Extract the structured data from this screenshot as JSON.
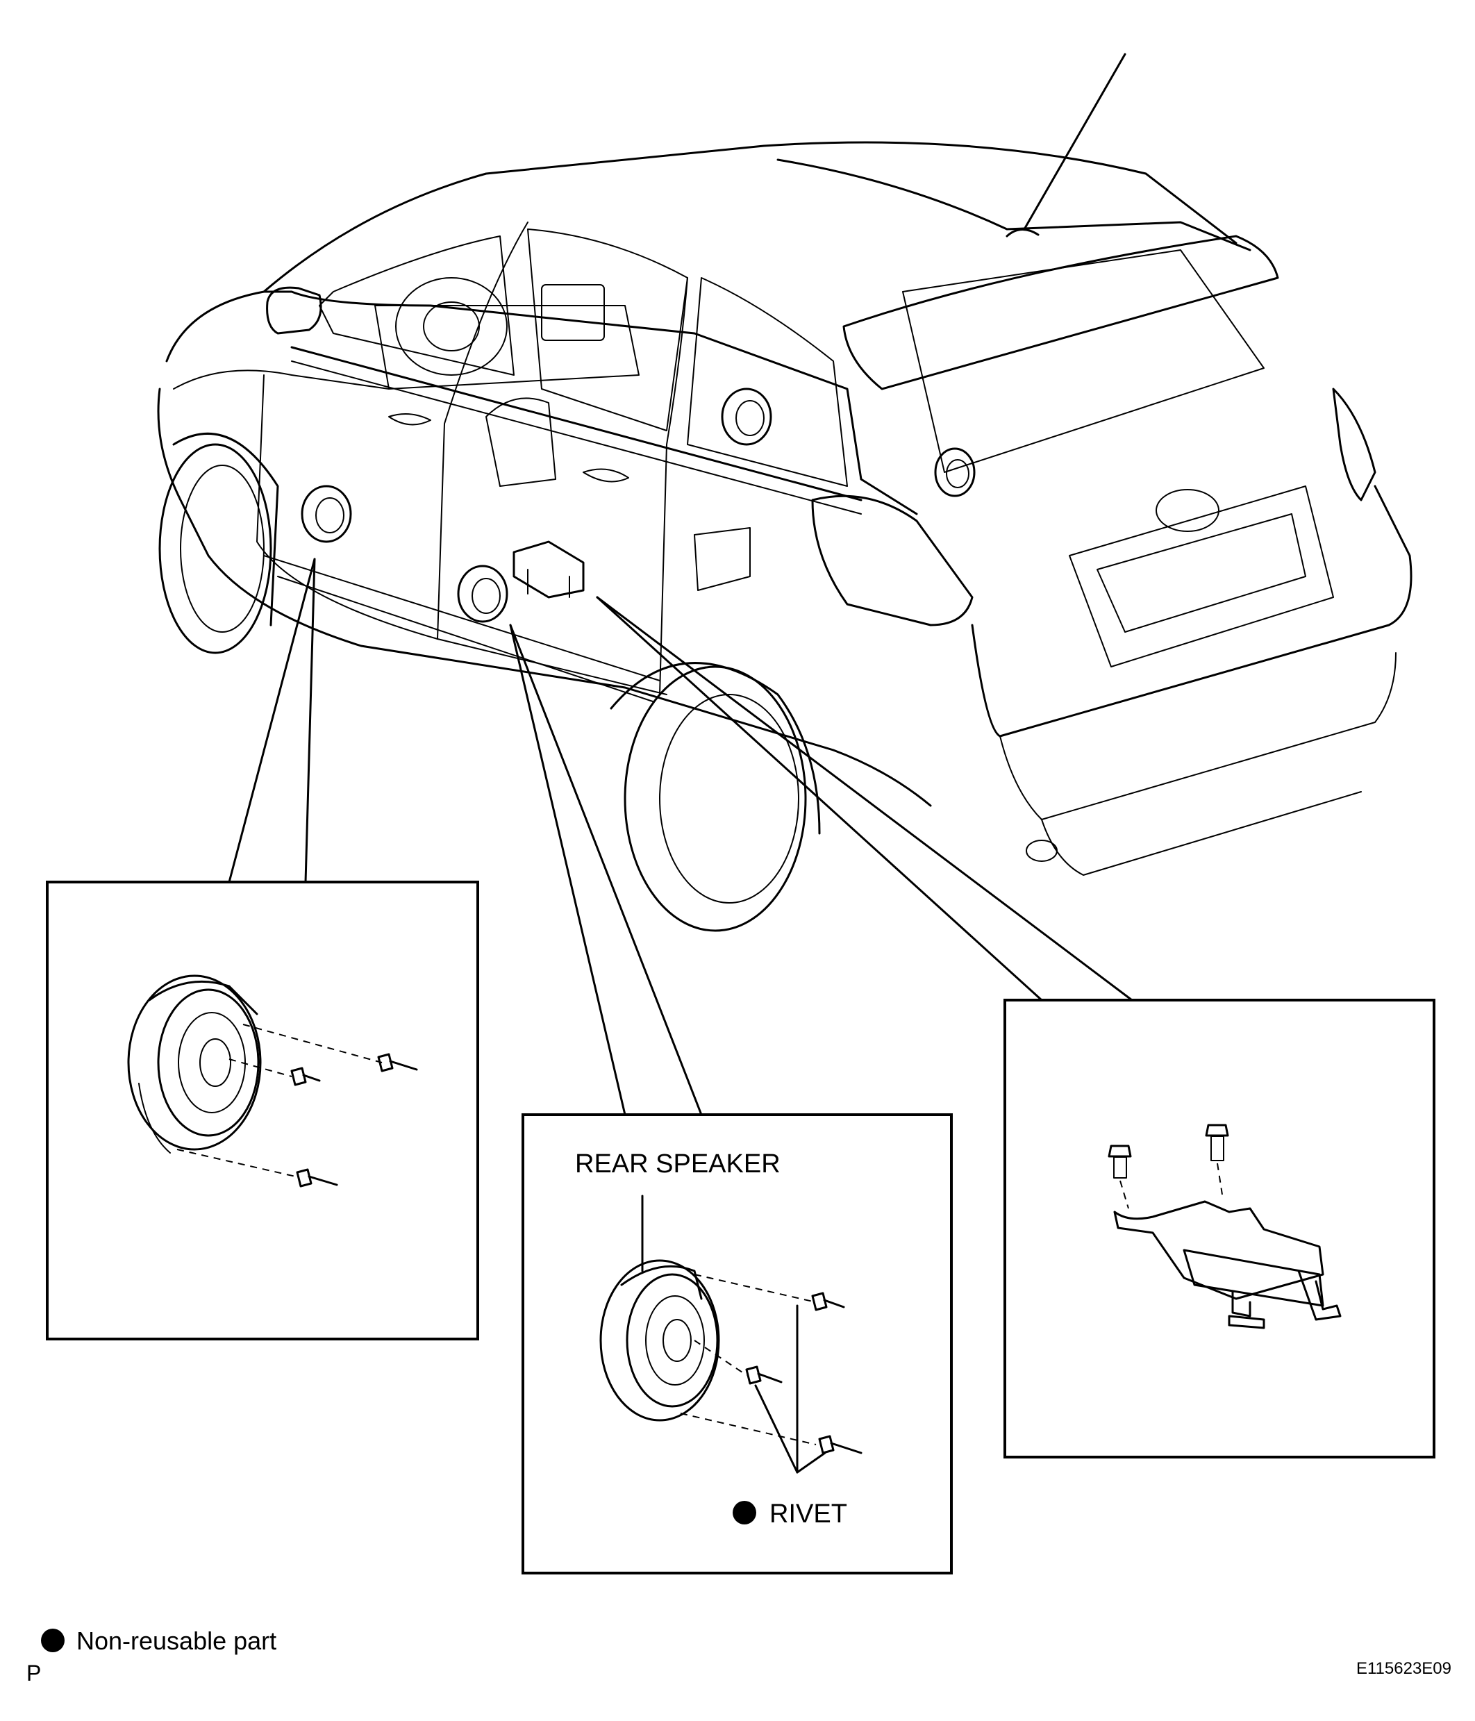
{
  "labels": {
    "rear_speaker": "REAR SPEAKER",
    "rivet": "RIVET",
    "legend": "Non-reusable part",
    "corner_letter": "P",
    "figure_code": "E115623E09"
  },
  "colors": {
    "ink": "#000000",
    "background": "#ffffff"
  },
  "icons": {
    "non_reusable_marker": "filled-circle"
  }
}
